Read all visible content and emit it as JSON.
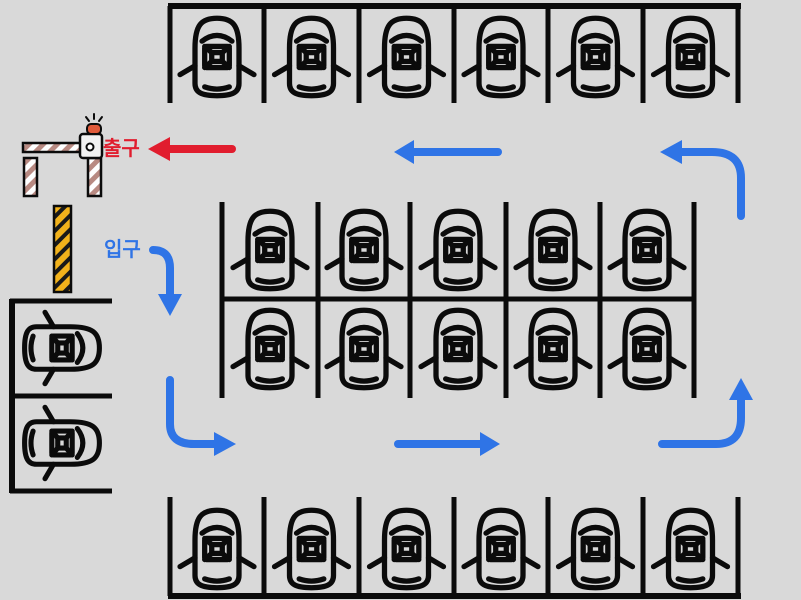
{
  "labels": {
    "exit": "출구",
    "entry": "입구"
  },
  "colors": {
    "background": "#d9d9d9",
    "ink": "#0b0b0b",
    "exit_arrow": "#e11d2e",
    "flow_arrow": "#2f74e6",
    "barrier_stripe": "#b88a82",
    "gate_post": "#f2b21b",
    "beacon": "#e05a3a"
  },
  "icons": {
    "car": "car-top-view-icon",
    "barrier": "parking-barrier-gate-icon",
    "arrow": "direction-arrow-icon"
  },
  "lot": {
    "top_row_spaces": 6,
    "middle_upper_spaces": 5,
    "middle_lower_spaces": 5,
    "bottom_row_spaces": 6,
    "left_side_spaces": 2
  }
}
